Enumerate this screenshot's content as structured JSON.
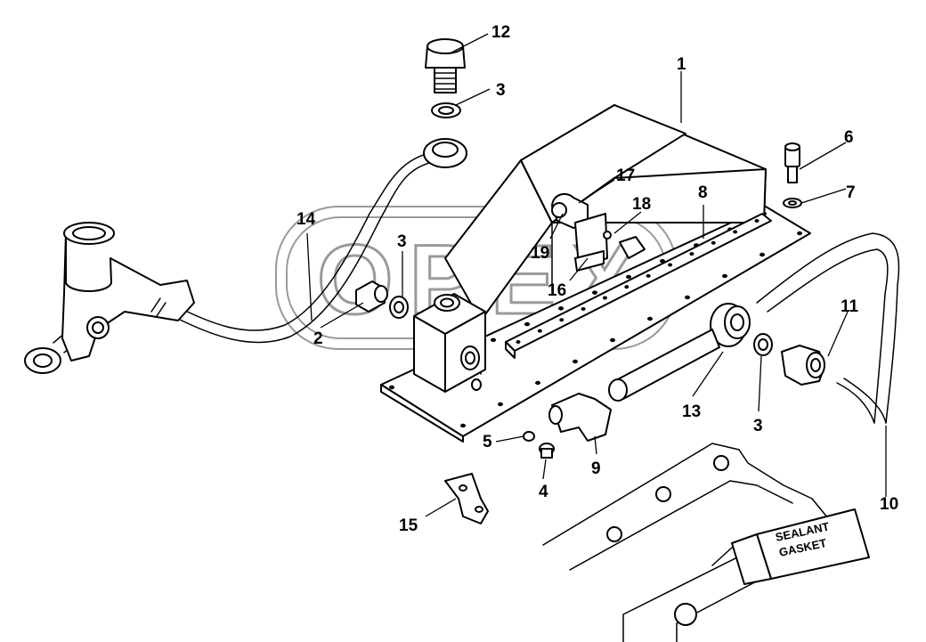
{
  "diagram": {
    "type": "exploded-parts-view",
    "watermark": "OPEX",
    "callouts": [
      {
        "id": "1",
        "label": "1"
      },
      {
        "id": "2",
        "label": "2"
      },
      {
        "id": "3a",
        "label": "3"
      },
      {
        "id": "3b",
        "label": "3"
      },
      {
        "id": "3c",
        "label": "3"
      },
      {
        "id": "4",
        "label": "4"
      },
      {
        "id": "5",
        "label": "5"
      },
      {
        "id": "6",
        "label": "6"
      },
      {
        "id": "7",
        "label": "7"
      },
      {
        "id": "8",
        "label": "8"
      },
      {
        "id": "9",
        "label": "9"
      },
      {
        "id": "10",
        "label": "10"
      },
      {
        "id": "11",
        "label": "11"
      },
      {
        "id": "12",
        "label": "12"
      },
      {
        "id": "13",
        "label": "13"
      },
      {
        "id": "14",
        "label": "14"
      },
      {
        "id": "15",
        "label": "15"
      },
      {
        "id": "16",
        "label": "16"
      },
      {
        "id": "17",
        "label": "17"
      },
      {
        "id": "18",
        "label": "18"
      },
      {
        "id": "19",
        "label": "19"
      }
    ],
    "sealant_tube": {
      "line1": "SEALANT",
      "line2": "GASKET"
    }
  }
}
